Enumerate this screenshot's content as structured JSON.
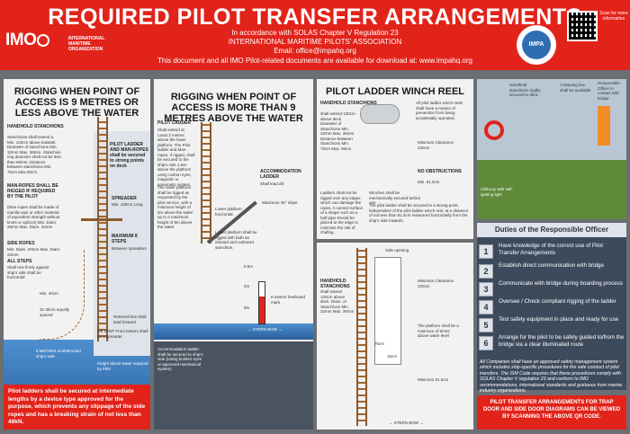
{
  "header": {
    "title": "REQUIRED PILOT TRANSFER ARRANGEMENTS",
    "line1": "In accordance with SOLAS Chapter V Regulation 23",
    "line2": "INTERNATIONAL MARITIME PILOTS' ASSOCIATION",
    "line3": "Email: office@impahq.org",
    "line4": "This document and all IMO Pilot-related documents are available for download at: www.impahq.org",
    "imo_logo": "IMO",
    "imo_org_1": "INTERNATIONAL",
    "imo_org_2": "MARITIME",
    "imo_org_3": "ORGANIZATION",
    "impa_logo": "IMPA",
    "qr_caption": "Scan for more information"
  },
  "panel1": {
    "title": "RIGGING WHEN POINT OF ACCESS IS 9 METRES OR LESS ABOVE THE WATER",
    "handhold": "HANDHOLD STANCHIONS",
    "handhold_detail": "Stanchions shall extend a Min. 120cm above bulwark. Diameter of stanchions Min. 32mm Max. 36mm. Stanchion ring diameter shall not be less than 60mm. Distance between stanchions Min. 70cm Max 80cm.",
    "pilot_ladder": "PILOT LADDER AND MAN-ROPES shall be secured to strong points on deck",
    "man_ropes": "MAN-ROPES SHALL BE RIGGED IF REQUIRED BY THE PILOT",
    "man_ropes_detail": "(Man-ropes shall be made of manila rope or other material of equivalent strength without knots or splices) Min. Diam. 28mm Max. Diam. 32mm",
    "side_ropes": "SIDE ROPES",
    "side_ropes_detail": "Min. Diam. 20mm Max. Diam. 22mm",
    "all_steps": "ALL STEPS",
    "all_steps_detail": "Shall rest firmly against ship's side shall be horizontal",
    "spreader": "SPREADER",
    "spreader_detail": "Min. 180cm Long",
    "max_steps": "MAXIMUM 8 STEPS",
    "max_steps_detail": "Between spreaders",
    "min40": "Min. 40cm",
    "equally": "31-35cm equally spaced",
    "retrieval": "Retrieval line shall lead forward",
    "fifth_step": "5th STEP From bottom shall be a spreader",
    "six_metres": "6 METRES unobstructed ship's side",
    "height_above": "Height above water required by Pilot",
    "bottom_note": "Pilot ladders shall be secured at intermediate lengths by a device type approved for the purpose, which prevents any slippage of the side ropes and has a breaking strain of not less than 48kN."
  },
  "panel2": {
    "title": "RIGGING WHEN POINT OF ACCESS IS MORE THAN 9 METRES ABOVE THE WATER",
    "pilot_ladder": "PILOT LADDER",
    "pilot_ladder_detail": "Shall extend at Least 2 metres above the lower platform. The Pilot ladder and Man-ropes, if rigged, shall be secured to the ship's side 1.5m above the platform using carbon eyes, magnetic or pneumatic system.",
    "lower_platform": "The lower platform shall be rigged as requested by the pilot service, with a minimum height of 5m above the water up to a maximum height of 9m above the water.",
    "accommodation": "ACCOMMODATION LADDER",
    "accommodation_detail": "Shall lead aft",
    "lower_horizontal": "Lower platform horizontal.",
    "max45": "Maximum 45° slope",
    "lower_inboard": "Lower platform shall be rigged with both an inboard and outboard stanchion.",
    "m05": "0.5m",
    "m2": "2m",
    "m9": "9m",
    "metres_freeboard": "9 metres freeboard mark",
    "stern_bow": "← STERN   BOW →",
    "accom_secured": "Accommodation ladder shall be secured to ship's side (Using bolsten eyes or approved mechanical system)"
  },
  "panel3": {
    "title": "PILOT LADDER WINCH REEL",
    "handhold": "HANDHOLD STANCHIONS",
    "handhold_detail": "shall extend 120cm above deck. Diameter of Stanchions Min. 32mm Max. 36mm Distance between Stanchions Min. 70cm Max. 80cm.",
    "winch_reel": "All pilot ladder winch reels shall have a means of prevention from being accidentally operated.",
    "min_clearance": "Minimum Clearance 220cm",
    "no_obstructions": "NO OBSTRUCTIONS",
    "min915": "Min. 91.5cm",
    "ladders_rigged": "Ladders shall not be rigged over any edges which can damage the ropes. A curved surface of a shape such as a half pipe should be placed at the edge to minimise the risk of chafing.",
    "winches_secured": "Winches shall be mechanically secured before use.",
    "pilot_ladder_secured": "The pilot ladder shall be secured to a strong point, independent of the pilot ladder winch reel, at a distance of not less than 91.5cm measured horizontally from the ship's side inwards."
  },
  "panel4": {
    "side_opening": "Side opening",
    "handhold": "HANDHOLD STANCHIONS",
    "handhold_detail": "shall extend 120cm above deck. Diam. of Stanchions Min. 32mm Max. 36mm",
    "min_clearance": "Minimum Clearance 220cm",
    "cm75": "75cm",
    "cm15": "15cm",
    "platform": "The platform shall be a minimum of 5mtrs above water level",
    "min915": "Minimum 91.5cm",
    "stern_bow": "← STERN   BOW →"
  },
  "panel5": {
    "stanchions": "Handhold stanchions rigidly secured to deck",
    "heaving_line": "A heaving line shall be available",
    "responsible": "Responsible Officer in contact with bridge",
    "lifebuoy": "Lifebuoy with self-igniting light"
  },
  "duties": {
    "title": "Duties of the Responsible Officer",
    "items": [
      {
        "num": "1",
        "text": "Have knowledge of the correct use of Pilot Transfer Arrangements"
      },
      {
        "num": "2",
        "text": "Establish direct communication with bridge"
      },
      {
        "num": "3",
        "text": "Communicate with bridge during boarding process"
      },
      {
        "num": "4",
        "text": "Oversee / Check compliant rigging of the ladder"
      },
      {
        "num": "5",
        "text": "Test safety equipment in place and ready for use"
      },
      {
        "num": "6",
        "text": "Arrange for the pilot to be safely guided to/from the bridge via a clear illuminated route"
      }
    ],
    "companies": "All Companies shall have an approved safety management system which includes ship-specific procedures for the safe conduct of pilot transfers. The ISM Code requires that these procedures comply with SOLAS Chapter V regulation 23 and conform to IMO recommendations, international standards and guidance from marine industry organizations.",
    "trap_door": "PILOT TRANSFER ARRANGEMENTS FOR TRAP DOOR AND SIDE DOOR DIAGRAMS CAN BE VIEWED BY SCANNING THE ABOVE QR CODE."
  },
  "colors": {
    "red": "#e2231a",
    "navy": "#3d4a5c",
    "sea": "#2f6db3",
    "rope": "#8b5a2b"
  }
}
